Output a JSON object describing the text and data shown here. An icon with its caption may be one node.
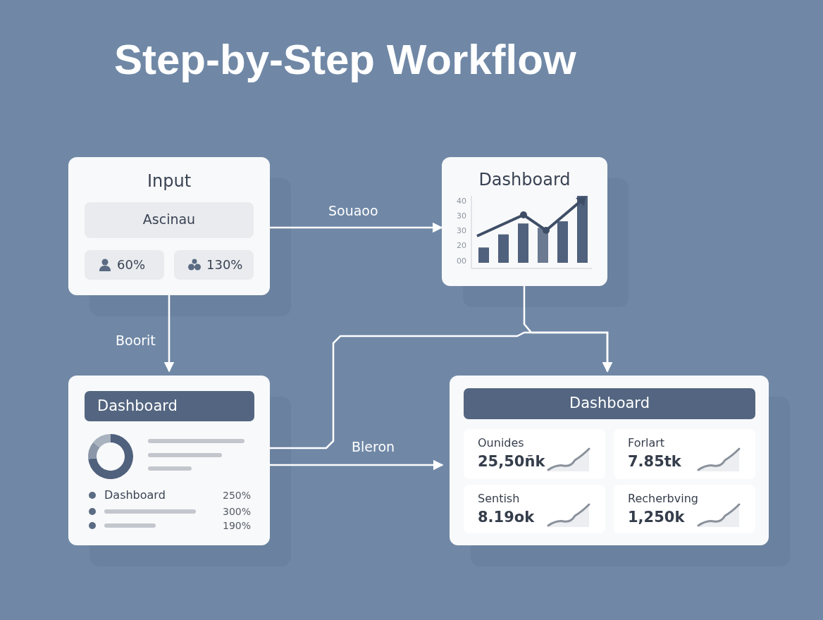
{
  "diagram": {
    "title": "Step-by-Step Workflow",
    "nodes": [
      {
        "text": [
          "Input"
        ]
      },
      {
        "text": [
          "Ascinau"
        ],
        "in": 0
      },
      {
        "text": [
          "60%"
        ],
        "in": 0
      },
      {
        "text": [
          "130%"
        ],
        "in": 0
      },
      {
        "text": [
          "Dashboard"
        ]
      },
      {
        "text": [],
        "shape": "box"
      },
      {
        "text": [
          "Dashboard"
        ],
        "in": 5
      },
      {
        "text": [],
        "shape": "box"
      },
      {
        "text": [
          "Dashboard"
        ],
        "in": 7
      },
      {
        "text": [
          "Ounides",
          "25,50ñk"
        ],
        "in": 7
      },
      {
        "text": [
          "Forlart",
          "7.85tk"
        ],
        "in": 7
      },
      {
        "text": [
          "Sentish",
          "8.19ok"
        ],
        "in": 7
      },
      {
        "text": [
          "Recherbving",
          "1,250k"
        ],
        "in": 7
      }
    ],
    "edges": [
      {
        "from": 0,
        "to": 4,
        "arrow": "to",
        "label": "Souaoo"
      },
      {
        "from": 0,
        "to": 5,
        "arrow": "to",
        "label": "Boorit"
      },
      {
        "from": 4,
        "to": 7,
        "arrow": "to"
      },
      {
        "from": 5,
        "to": 7,
        "arrow": "to"
      },
      {
        "from": 5,
        "to": 7,
        "arrow": "to",
        "label": "Bleron"
      }
    ],
    "labels": [
      "40",
      "30",
      "30",
      "20",
      "00",
      "Dashboard",
      "250%",
      "300%",
      "190%"
    ]
  }
}
